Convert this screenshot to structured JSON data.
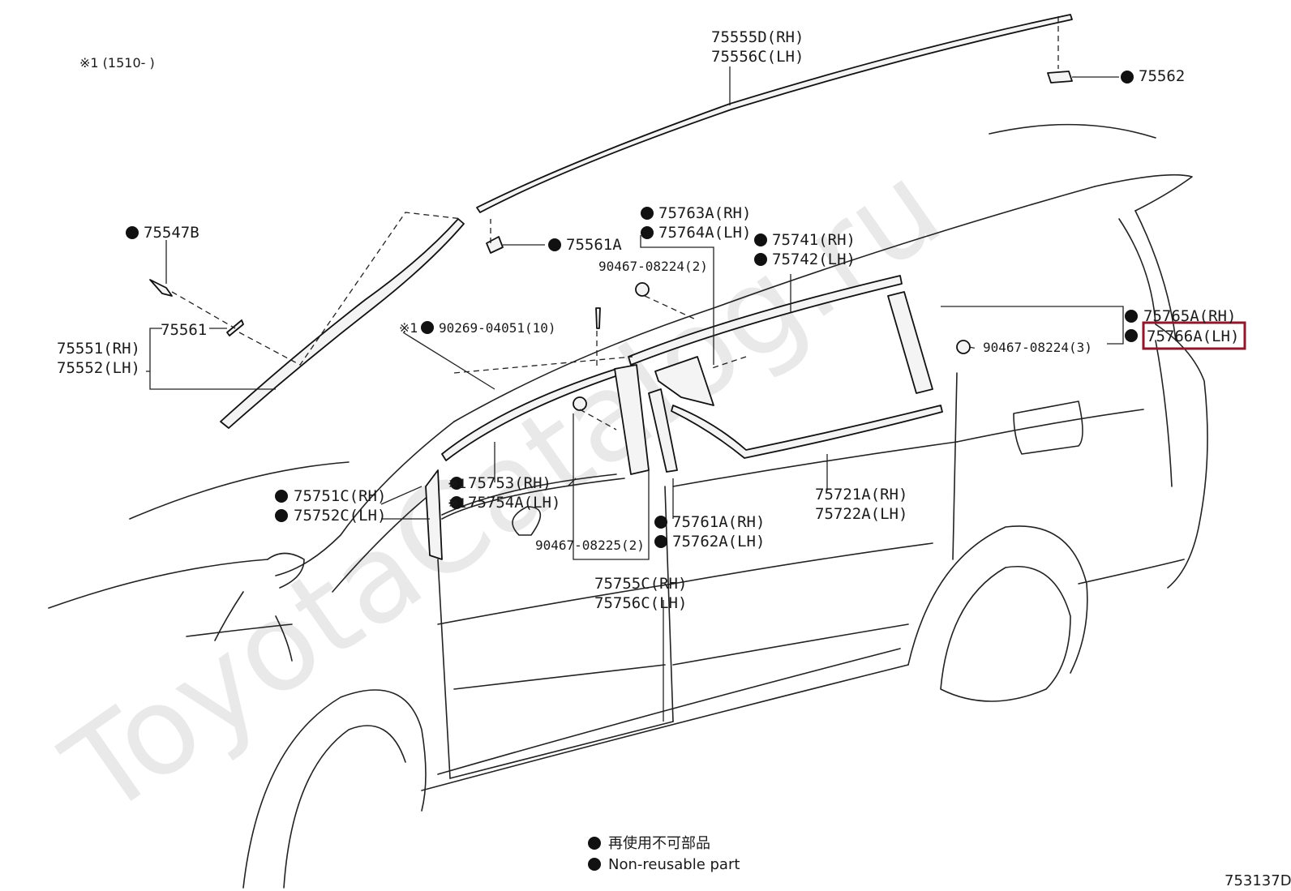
{
  "note": "※1 (1510-     )",
  "watermark": "ToyotaCatalog.ru",
  "callouts": {
    "roof_rh": "75555D(RH)",
    "roof_lh": "75556C(LH)",
    "p75562": "75562",
    "p75547b": "75547B",
    "p75561a": "75561A",
    "p75561": "75561",
    "p75551": "75551(RH)",
    "p75552": "75552(LH)",
    "p75763a": "75763A(RH)",
    "p75764a": "75764A(LH)",
    "clip_2": "90467-08224(2)",
    "p75741": "75741(RH)",
    "p75742": "75742(LH)",
    "screw_prefix": "※1",
    "screw": "90269-04051(10)",
    "p75765a": "75765A(RH)",
    "p75766a": "75766A(LH)",
    "clip_3": "90467-08224(3)",
    "star1a": "※1",
    "p75753": "75753(RH)",
    "star1b": "※1",
    "p75754a": "75754A(LH)",
    "p75751c": "75751C(RH)",
    "p75752c": "75752C(LH)",
    "p75761a": "75761A(RH)",
    "p75762a": "75762A(LH)",
    "clip_25": "90467-08225(2)",
    "p75721a": "75721A(RH)",
    "p75722a": "75722A(LH)",
    "p75755c": "75755C(RH)",
    "p75756c": "75756C(LH)"
  },
  "legend": {
    "jp": "再使用不可部品",
    "en": "Non-reusable part"
  },
  "figure_id": "753137D",
  "highlight_color": "#8b1a2e"
}
